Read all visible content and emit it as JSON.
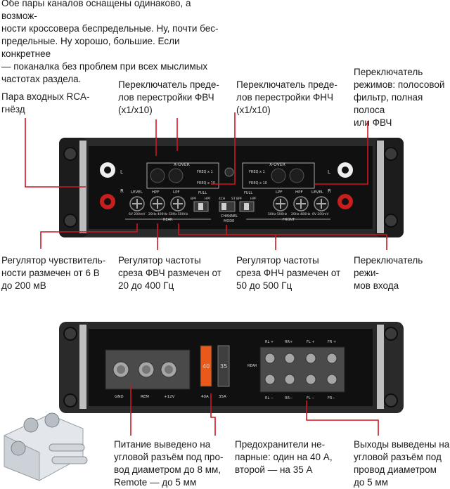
{
  "intro": "Обе пары каналов оснащены одинаково, а возмож-\nности кроссовера беспредельные. Ну, почти бес-\nпредельные. Ну хорошо, большие. Если конкретнее\n— поканалка без проблем при всех мыслимых\nчастотах раздела.",
  "callouts": {
    "rca": "Пара входных RCA-\nгнёзд",
    "hpf_switch": "Переключатель преде-\nлов перестройки ФВЧ\n(x1/x10)",
    "lpf_switch": "Переключатель преде-\nлов перестройки ФНЧ\n(x1/x10)",
    "mode_switch": "Переключатель\nрежимов: полосовой\nфильтр, полная полоса\nили ФВЧ",
    "sensitivity": "Регулятор чувствитель-\nности размечен от 6 В\nдо 200 мВ",
    "hpf_freq": "Регулятор частоты\nсреза ФВЧ размечен от\n20 до 400 Гц",
    "lpf_freq": "Регулятор частоты\nсреза ФНЧ размечен от\n50 до 500 Гц",
    "input_mode": "Переключатель режи-\nмов входа",
    "power": "Питание выведено на\nугловой разъём под про-\nвод диаметром до 8 мм,\nRemote — до 5 мм",
    "fuses": "Предохранители не-\nпарные: один на 40 А,\nвторой — на 35 А",
    "outputs": "Выходы выведены на\nугловой разъём под\nпровод диаметром\nдо 5 мм"
  },
  "panel_top": {
    "xover": "X-OVER",
    "freq_x1": "FREQ x 1",
    "freq_x10": "FREQ x 10",
    "level": "LEVEL",
    "hpf": "HPF",
    "lpf": "LPF",
    "full": "FULL",
    "bpf": "BPF",
    "hpf_small": "HPF",
    "ch4": "4CH",
    "st": "ST",
    "channel_mode": "CHANNEL\nMODE",
    "rear": "REAR",
    "front": "FRONT",
    "l": "L",
    "r": "R",
    "lvl_range": "6V  200mV",
    "hpf_range": "20Hz 400Hz",
    "lpf_range": "50Hz 500Hz",
    "lvl_range_r": "6V  200mV"
  },
  "panel_bottom": {
    "gnd": "GND",
    "rem": "REM",
    "v12": "+12V",
    "fuse1": "40A",
    "fuse2": "35A",
    "fuse1_label": "40",
    "fuse2_label": "35",
    "rear": "REAR",
    "rl_plus": "RL +",
    "rr_plus": "RR+",
    "fl_plus": "FL +",
    "fr_plus": "FR +",
    "rl_minus": "RL −",
    "rr_minus": "RR−",
    "fl_minus": "FL −",
    "fr_minus": "FR−"
  },
  "colors": {
    "leader": "#d4141e",
    "panel": "#111111",
    "chassis": "#262626",
    "rca_red": "#c81e1e",
    "fuse1": "#e8591a",
    "fuse2": "#3f3f3f"
  }
}
